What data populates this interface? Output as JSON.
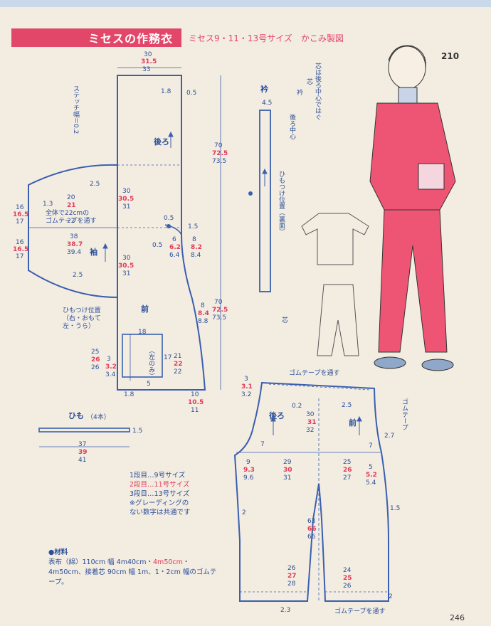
{
  "header": {
    "title": "ミセスの作務衣",
    "subtitle": "ミセス9・11・13号サイズ　かこみ製図"
  },
  "page_ref": "210",
  "page_number": "246",
  "labels": {
    "back": "後ろ",
    "front": "前",
    "sleeve": "袖",
    "collar": "衿",
    "himo": "ひも",
    "himo_count": "（4本）",
    "pants_back": "後ろ",
    "pants_front": "前",
    "left_only": "（左のみ）",
    "gum_sleeve": "全体で22cmの\nゴムテープを通す",
    "gum_top": "ゴムテープを通す",
    "gum_bottom": "ゴムテープを通す",
    "gum_tape_side": "ゴムテープ",
    "stitch": "ステッチ幅＝0.2",
    "himo_pos": "ひもつけ位置\n（右・おもて\n左・うら）",
    "himo_pos_collar": "ひもつけ位置（裏面）",
    "shin": "芯",
    "collar_note": "芯は後ろ中心ではぐ",
    "collar_e": "衿",
    "collar_shin": "芯",
    "collar_back_center": "後ろ中心"
  },
  "legend": {
    "line1": "1段目…9号サイズ",
    "line2": "2段目…11号サイズ",
    "line3": "3段目…13号サイズ",
    "line4": "※グレーディングの",
    "line5": "ない数字は共通です"
  },
  "materials": {
    "heading": "●材料",
    "text_a": "表布（綿）110cm 幅 4m40cm・",
    "text_red": "4m50cm",
    "text_b": "・4m50cm、接着芯 90cm 幅 1m、1・2cm 幅のゴムテープ。"
  },
  "dims": {
    "top_30": "30",
    "top_315": "31.5",
    "top_33": "33",
    "d18a": "1.8",
    "d05a": "0.5",
    "len_70a": "70",
    "len_725a": "72.5",
    "len_735a": "73.5",
    "len_70b": "70",
    "len_725b": "72.5",
    "len_735b": "73.5",
    "c45": "4.5",
    "s25a": "2.5",
    "s20": "20",
    "s21": "21",
    "s22": "22",
    "s13": "1.3",
    "s16a": "16",
    "s165a": "16.5",
    "s17a": "17",
    "s16b": "16",
    "s165b": "16.5",
    "s17b": "17",
    "s38": "38",
    "s387": "38.7",
    "s394": "39.4",
    "s25b": "2.5",
    "b30a": "30",
    "b305a": "30.5",
    "b31a": "31",
    "b30b": "30",
    "b305b": "30.5",
    "b31b": "31",
    "n05a": "0.5",
    "n05b": "0.5",
    "n15": "1.5",
    "n8": "8",
    "n82": "8.2",
    "n84": "8.4",
    "n6": "6",
    "n62": "6.2",
    "n64": "6.4",
    "f8": "8",
    "f84": "8.4",
    "f88": "8.8",
    "p18a": "18",
    "p18b": "1.8",
    "p25": "25",
    "p26r": "26",
    "p26": "26",
    "p3": "3",
    "p32": "3.2",
    "p34": "3.4",
    "p17": "17",
    "p21": "21",
    "p22r": "22",
    "p22": "22",
    "p5": "5",
    "p10": "10",
    "p105": "10.5",
    "p11": "11",
    "p18c": "1.8",
    "h15": "1.5",
    "h37": "37",
    "h39": "39",
    "h41": "41",
    "q3": "3",
    "q31": "3.1",
    "q32": "3.2",
    "q02": "0.2",
    "q25": "2.5",
    "q30": "30",
    "q31b": "31",
    "q32b": "32",
    "q7a": "7",
    "q7b": "7",
    "q27": "2.7",
    "q9": "9",
    "q93": "9.3",
    "q96": "9.6",
    "q29": "29",
    "q30b": "30",
    "q31c": "31",
    "q25b": "25",
    "q26": "26",
    "q27b": "27",
    "q5": "5",
    "q52": "5.2",
    "q54": "5.4",
    "q2": "2",
    "q15": "1.5",
    "q63": "63",
    "q66": "66",
    "q66b": "66",
    "q26b": "26",
    "q27c": "27",
    "q28": "28",
    "q24": "24",
    "q25c": "25",
    "q26c": "26",
    "q23": "2.3",
    "q2b": "2"
  }
}
